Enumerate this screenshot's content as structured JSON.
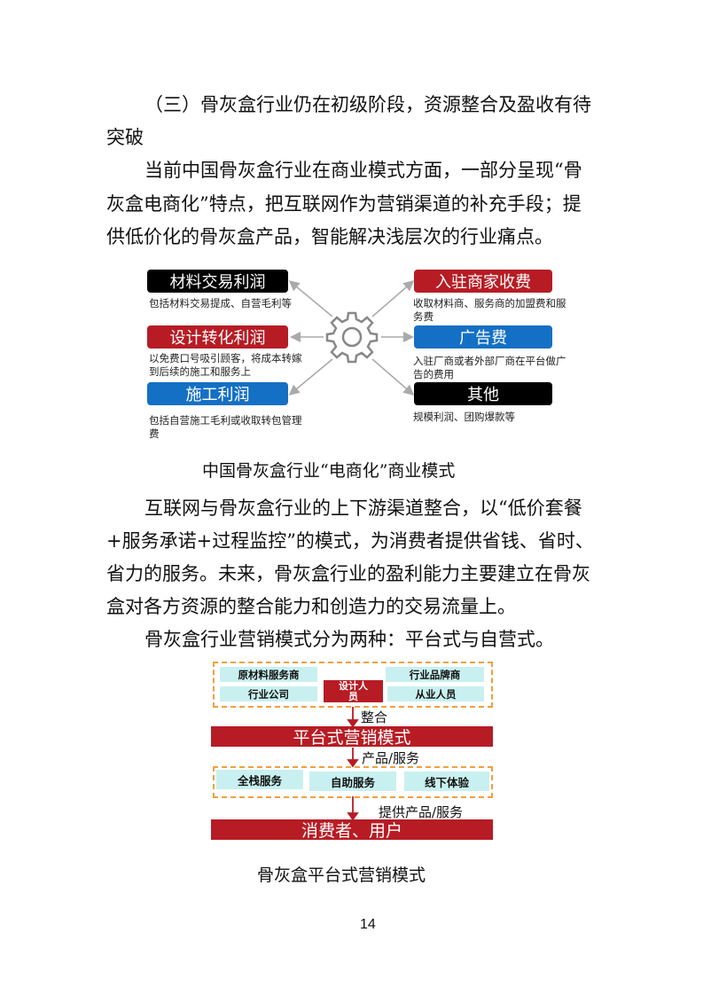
{
  "heading": [
    "（三）骨灰盒行业仍在初级阶段，资源整合及盈收有待",
    "突破"
  ],
  "para1": [
    "当前中国骨灰盒行业在商业模式方面，一部分呈现“骨",
    "灰盒电商化”特点，把互联网作为营销渠道的补充手段；提",
    "供低价化的骨灰盒产品，智能解决浅层次的行业痛点。"
  ],
  "figure1": {
    "left": [
      {
        "title": "材料交易利润",
        "desc": "包括材料交易提成、自营毛利等",
        "color": "#000000"
      },
      {
        "title": "设计转化利润",
        "desc": "以免费口号吸引顾客，将成本转嫁到后续的施工和服务上",
        "color": "#b71c24"
      },
      {
        "title": "施工利润",
        "desc": "包括自营施工毛利或收取转包管理费",
        "color": "#1470c4"
      }
    ],
    "right": [
      {
        "title": "入驻商家收费",
        "desc": "收取材料商、服务商的加盟费和服务费",
        "color": "#b71c24"
      },
      {
        "title": "广告费",
        "desc": "入驻厂商或者外部厂商在平台做广告的费用",
        "color": "#1470c4"
      },
      {
        "title": "其他",
        "desc": "规模利润、团购爆款等",
        "color": "#000000"
      }
    ],
    "center_icon": "gear-icon",
    "caption": "中国骨灰盒行业“电商化”商业模式"
  },
  "para2": [
    "互联网与骨灰盒行业的上下游渠道整合，以“低价套餐",
    "+服务承诺+过程监控”的模式，为消费者提供省钱、省时、",
    "省力的服务。未来，骨灰盒行业的盈利能力主要建立在骨灰",
    "盒对各方资源的整合能力和创造力的交易流量上。"
  ],
  "para3": [
    "骨灰盒行业营销模式分为两种：平台式与自营式。"
  ],
  "figure2": {
    "sources": [
      "原材料服务商",
      "行业公司",
      "行业品牌商",
      "从业人员"
    ],
    "center": "设计人员",
    "arrow1": "整合",
    "platform": "平台式营销模式",
    "arrow2": "产品/服务",
    "services": [
      "全栈服务",
      "自助服务",
      "线下体验"
    ],
    "arrow3": "提供产品/服务",
    "consumer": "消费者、用户",
    "caption": "骨灰盒平台式营销模式"
  },
  "page_number": "14"
}
